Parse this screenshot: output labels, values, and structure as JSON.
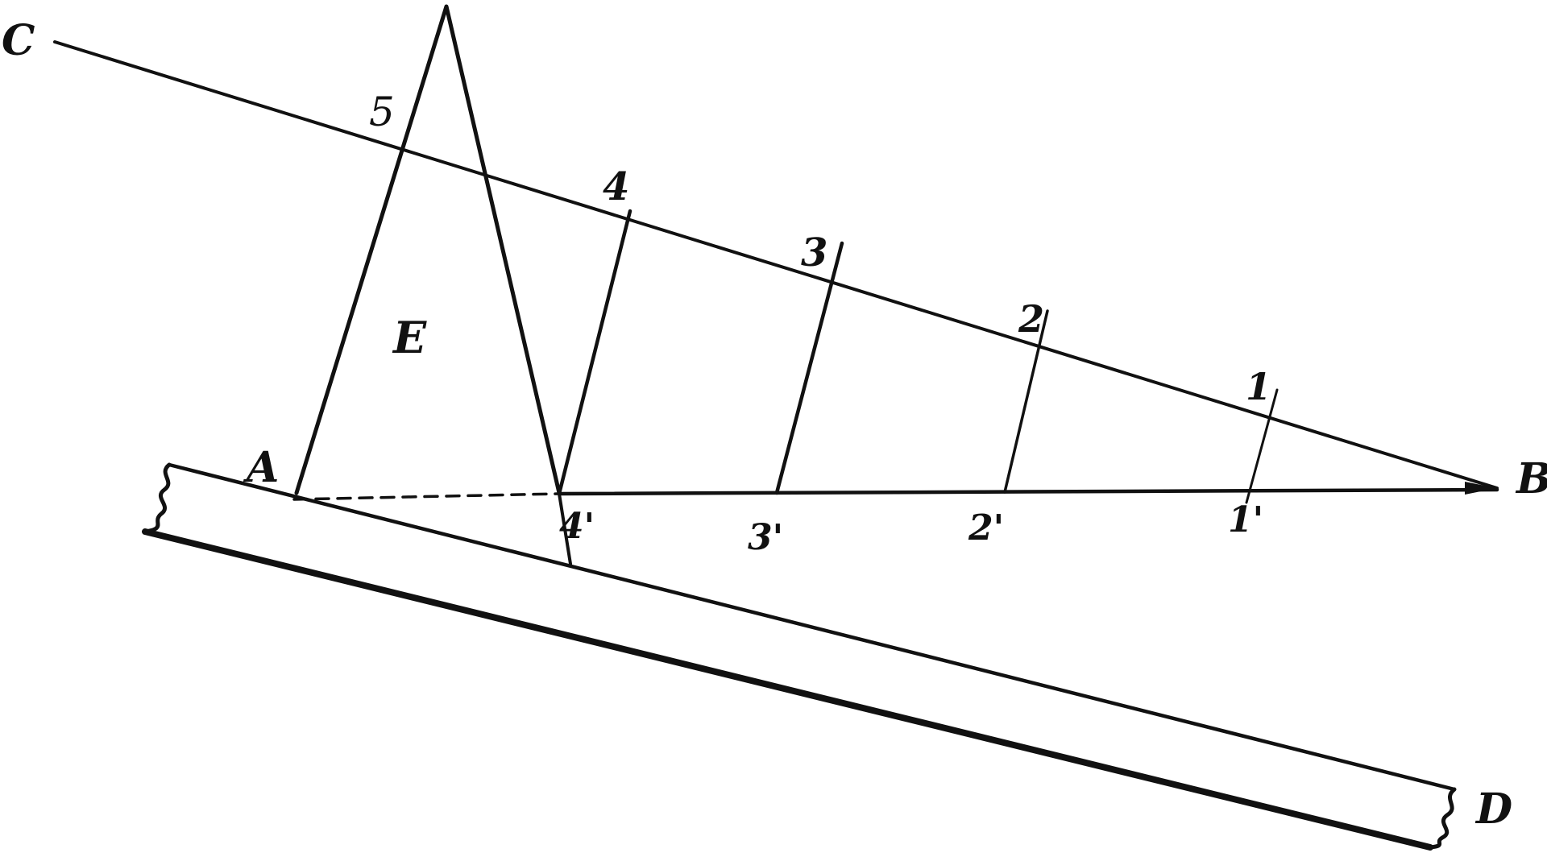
{
  "diagram": {
    "labels": {
      "A": "A",
      "B": "B",
      "C": "C",
      "D": "D",
      "E": "E",
      "p1": "1",
      "p2": "2",
      "p3": "3",
      "p4": "4",
      "p5": "5",
      "q1": "1'",
      "q2": "2'",
      "q3": "3'",
      "q4": "4'"
    },
    "ink_color": "#111111",
    "background": "#ffffff"
  }
}
